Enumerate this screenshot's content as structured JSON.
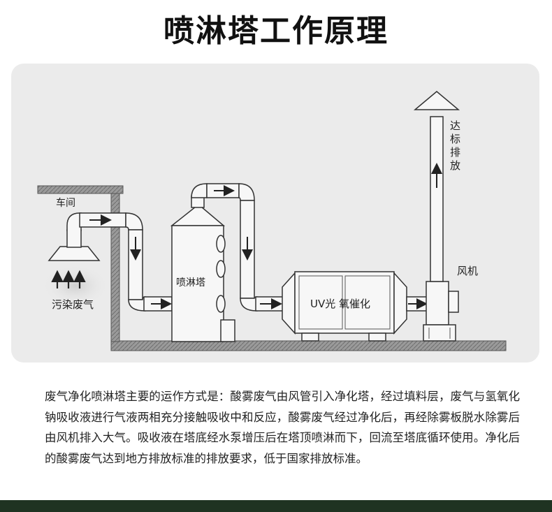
{
  "page": {
    "title": "喷淋塔工作原理",
    "description": "废气净化喷淋塔主要的运作方式是：酸雾废气由风管引入净化塔，经过填料层，废气与氢氧化钠吸收液进行气液两相充分接触吸收中和反应，酸雾废气经过净化后，再经除雾板脱水除雾后由风机排入大气。吸收液在塔底经水泵增压后在塔顶喷淋而下，回流至塔底循环使用。净化后的酸雾废气达到地方排放标准的排放要求，低于国家排放标准。"
  },
  "diagram": {
    "labels": {
      "workshop": "车间",
      "exhaust_gas": "污染废气",
      "spray_tower": "喷淋塔",
      "uv_unit": "UV光 氧催化",
      "fan": "风机",
      "discharge": [
        "达",
        "标",
        "排",
        "放"
      ]
    },
    "colors": {
      "panel_bg": "#ebebeb",
      "pipe_fill": "#f7f7f7",
      "stroke": "#333333",
      "ground": "#8e8e8e",
      "footer": "#1f3322"
    }
  }
}
